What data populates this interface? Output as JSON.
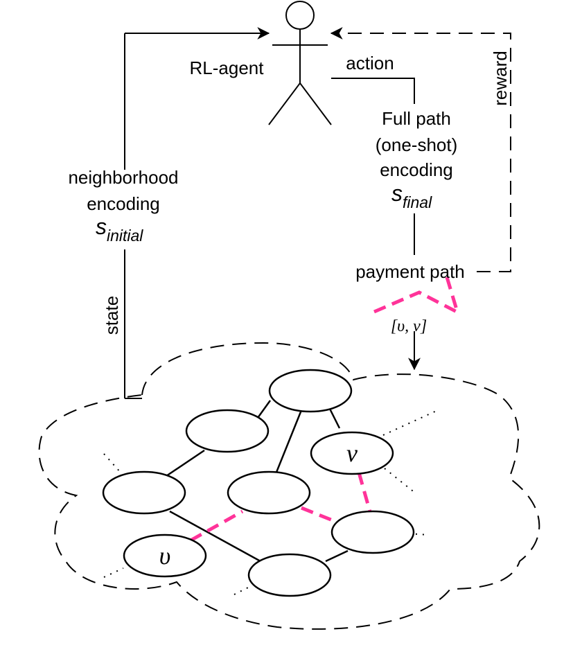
{
  "diagram": {
    "agent": "RL-agent",
    "action": "action",
    "reward": "reward",
    "state": "state",
    "full_path": [
      "Full path",
      "(one-shot)",
      "encoding"
    ],
    "s_final": {
      "base": "s",
      "sub": "final"
    },
    "neighborhood": [
      "neighborhood",
      "encoding"
    ],
    "s_initial": {
      "base": "s",
      "sub": "initial"
    },
    "payment_path": "payment path",
    "pair": "[υ, ν]",
    "node_u": "υ",
    "node_v": "ν",
    "colors": {
      "line": "#000000",
      "path": "#ff3399"
    }
  }
}
